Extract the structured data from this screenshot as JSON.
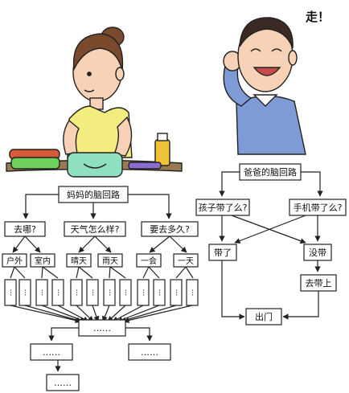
{
  "speech": {
    "text": "走！"
  },
  "mom": {
    "title": "妈妈的脑回路",
    "questions": [
      "去哪?",
      "天气怎么样?",
      "要去多久?"
    ],
    "answers": [
      "户外",
      "室内",
      "晴天",
      "雨天",
      "一会",
      "一天"
    ],
    "column_labels": [
      "…",
      "…",
      "…",
      "…",
      "…",
      "…",
      "…",
      "…",
      "…",
      "…",
      "…",
      "…"
    ],
    "merge": "……",
    "lower_left": "……",
    "lower_right": "……",
    "bottom": "……"
  },
  "dad": {
    "title": "爸爸的脑回路",
    "questions": [
      "孩子带了么?",
      "手机带了么?"
    ],
    "took": "带了",
    "not_took": "没带",
    "go_take": "去带上",
    "exit": "出门"
  },
  "colors": {
    "mom_shirt": "#f3ec7e",
    "dad_shirt": "#7f9bd6",
    "skin": "#f7d2b6",
    "hair_mom": "#7a4a2c",
    "hair_dad": "#3b2a24",
    "table": "#9a7a52",
    "lunchbox": "#8fe0bf",
    "clothes_green": "#6fcf5b",
    "clothes_red": "#d65a3a",
    "bottle": "#f0c23a",
    "stroke": "#222222"
  }
}
